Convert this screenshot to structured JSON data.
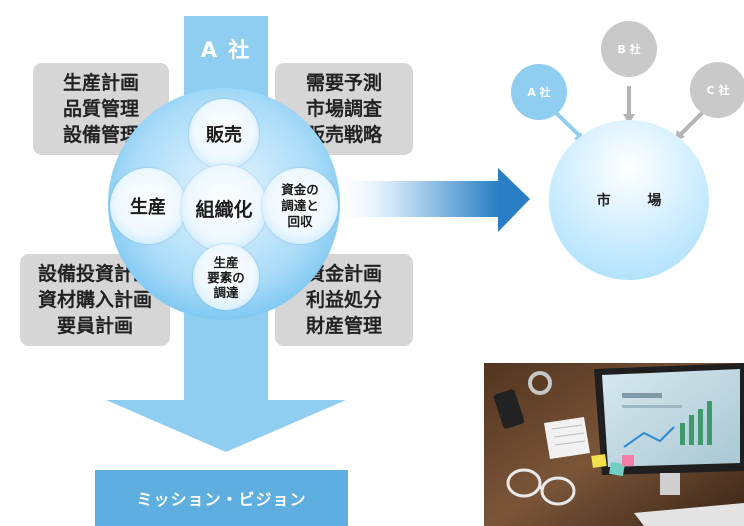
{
  "vertical_arrow": {
    "label": "A 社",
    "color": "#8fcdf1",
    "dark_color": "#5faee0"
  },
  "functions": {
    "top_left": [
      "生産計画",
      "品質管理",
      "設備管理"
    ],
    "top_right": [
      "需要予測",
      "市場調査",
      "販売戦略"
    ],
    "bottom_left": [
      "設備投資計画",
      "資材購入計画",
      "要員計画"
    ],
    "bottom_right": [
      "資金計画",
      "利益処分",
      "財産管理"
    ]
  },
  "circles": {
    "center": "組織化",
    "top": "販売",
    "left": "生産",
    "right": [
      "資金の",
      "調達と",
      "回収"
    ],
    "bottom": [
      "生産",
      "要素の",
      "調達"
    ]
  },
  "market": {
    "label": "市 場",
    "companies": [
      {
        "label": "A 社",
        "color": "#8fcdf1"
      },
      {
        "label": "B 社",
        "color": "#c9c9c9"
      },
      {
        "label": "C 社",
        "color": "#c9c9c9"
      }
    ]
  },
  "mission": {
    "label": "ミッション・ビジョン"
  },
  "colors": {
    "grey_box": "#d6d6d6",
    "accent": "#2f8bd0",
    "mission": "#5faee0"
  }
}
